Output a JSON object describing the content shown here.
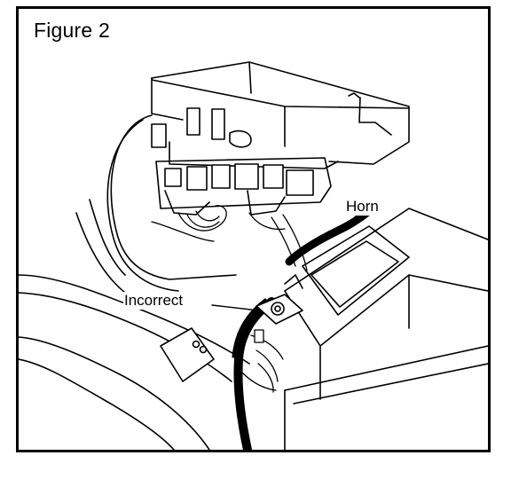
{
  "figure": {
    "title": "Figure 2"
  },
  "callouts": {
    "horn": "Horn",
    "incorrect": "Incorrect"
  },
  "colors": {
    "line": "#000000",
    "background": "#ffffff"
  }
}
